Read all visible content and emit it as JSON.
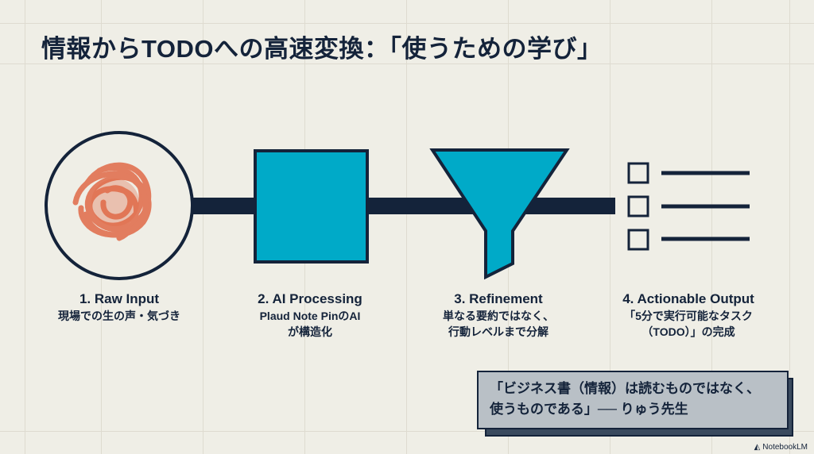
{
  "title": "情報からTODOへの高速変換：「使うための学び」",
  "steps": [
    {
      "heading": "1. Raw Input",
      "lines": [
        "現場での生の声・気づき"
      ],
      "icon": "scribble-circle-icon"
    },
    {
      "heading": "2. AI Processing",
      "lines": [
        "Plaud Note PinのAI",
        "が構造化"
      ],
      "icon": "processing-square-icon"
    },
    {
      "heading": "3. Refinement",
      "lines": [
        "単なる要約ではなく、",
        "行動レベルまで分解"
      ],
      "icon": "funnel-icon"
    },
    {
      "heading": "4. Actionable Output",
      "lines": [
        "「5分で実行可能なタスク",
        "（TODO）」の完成"
      ],
      "icon": "checklist-icon"
    }
  ],
  "quote": {
    "line1": "「ビジネス書（情報）は読むものではなく、",
    "line2": "使うものである」── りゅう先生"
  },
  "watermark": "NotebookLM",
  "colors": {
    "navy": "#14233a",
    "cyan": "#00aac8",
    "orange": "#e06a48",
    "background": "#efeee6",
    "quote_bg": "#b9c0c6"
  }
}
